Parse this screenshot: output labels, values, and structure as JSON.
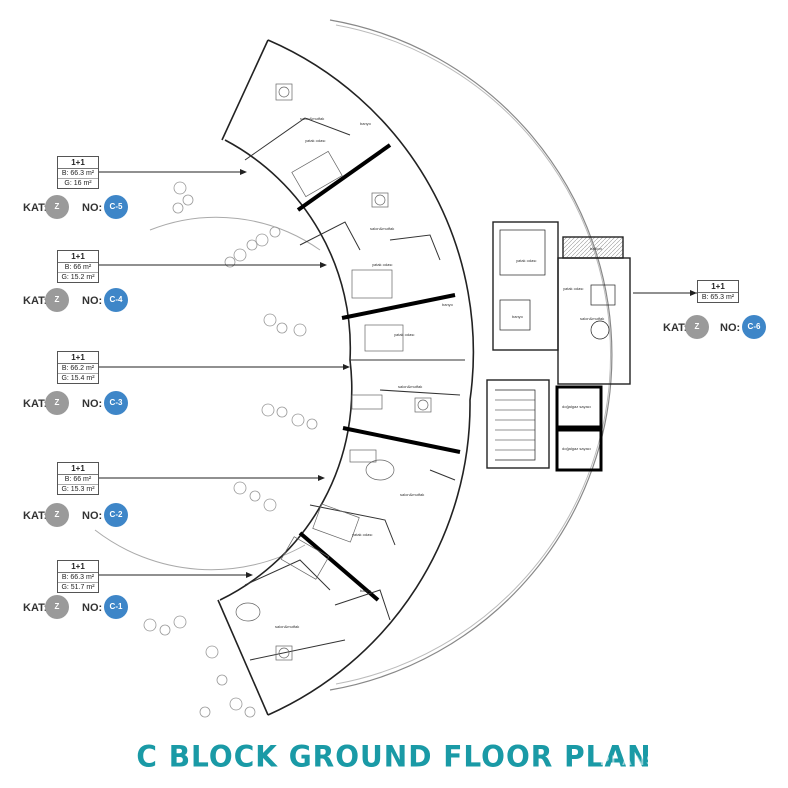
{
  "title": "C BLOCK GROUND FLOOR PLAN",
  "watermark": "PLANS",
  "kat_label": "KAT:",
  "no_label": "NO:",
  "floor_code": "Z",
  "colors": {
    "title": "#1a9aa6",
    "unit_badge": "#3e86c8",
    "floor_badge": "#9a9a9a"
  },
  "units": [
    {
      "no": "C-5",
      "type": "1+1",
      "b": "B: 66.3 m²",
      "g": "G: 16 m²"
    },
    {
      "no": "C-4",
      "type": "1+1",
      "b": "B: 66 m²",
      "g": "G: 15.2 m²"
    },
    {
      "no": "C-3",
      "type": "1+1",
      "b": "B: 66.2 m²",
      "g": "G: 15.4 m²"
    },
    {
      "no": "C-2",
      "type": "1+1",
      "b": "B: 66 m²",
      "g": "G: 15.3 m²"
    },
    {
      "no": "C-1",
      "type": "1+1",
      "b": "B: 66.3 m²",
      "g": "G: 51.7 m²"
    },
    {
      "no": "C-6",
      "type": "1+1",
      "b": "B: 65.3 m²",
      "g": ""
    }
  ],
  "rooms": {
    "salon": "salon&mutfak",
    "yatak": "yatak odası",
    "banyo": "banyo",
    "balkon": "balkon",
    "depo": "depo",
    "dogalgaz": "doğalgaz sayacı"
  }
}
